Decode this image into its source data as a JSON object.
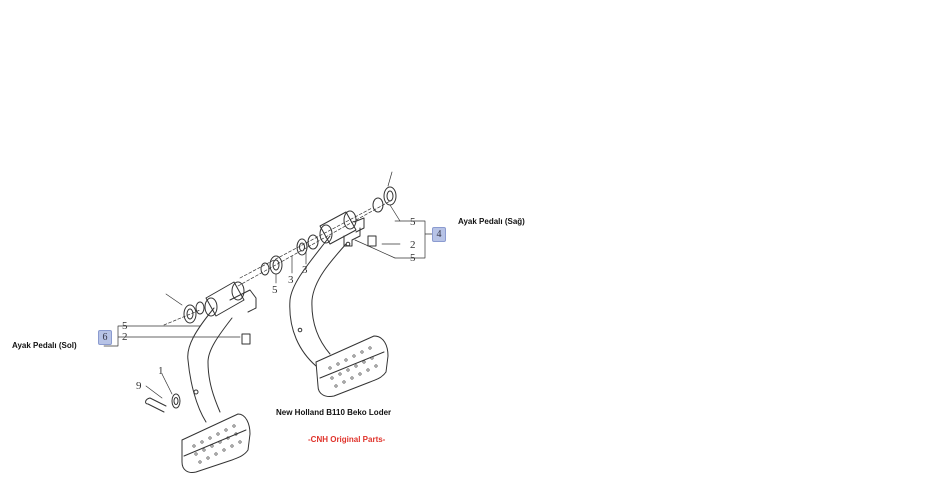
{
  "assemblies": {
    "right": {
      "name": "Ayak Pedalı (Sağ)",
      "group_ref": "4",
      "callouts": [
        "5",
        "2",
        "5",
        "3",
        "3",
        "5"
      ]
    },
    "left": {
      "name": "Ayak Pedalı (Sol)",
      "group_ref": "6",
      "callouts": [
        "5",
        "2",
        "9",
        "1"
      ]
    }
  },
  "captions": {
    "model": "New Holland B110 Beko Loder",
    "origin": "-CNH Original Parts-"
  },
  "colors": {
    "line": "#333333",
    "badge": "#b7c3e6",
    "origin_text": "#e0332b"
  }
}
